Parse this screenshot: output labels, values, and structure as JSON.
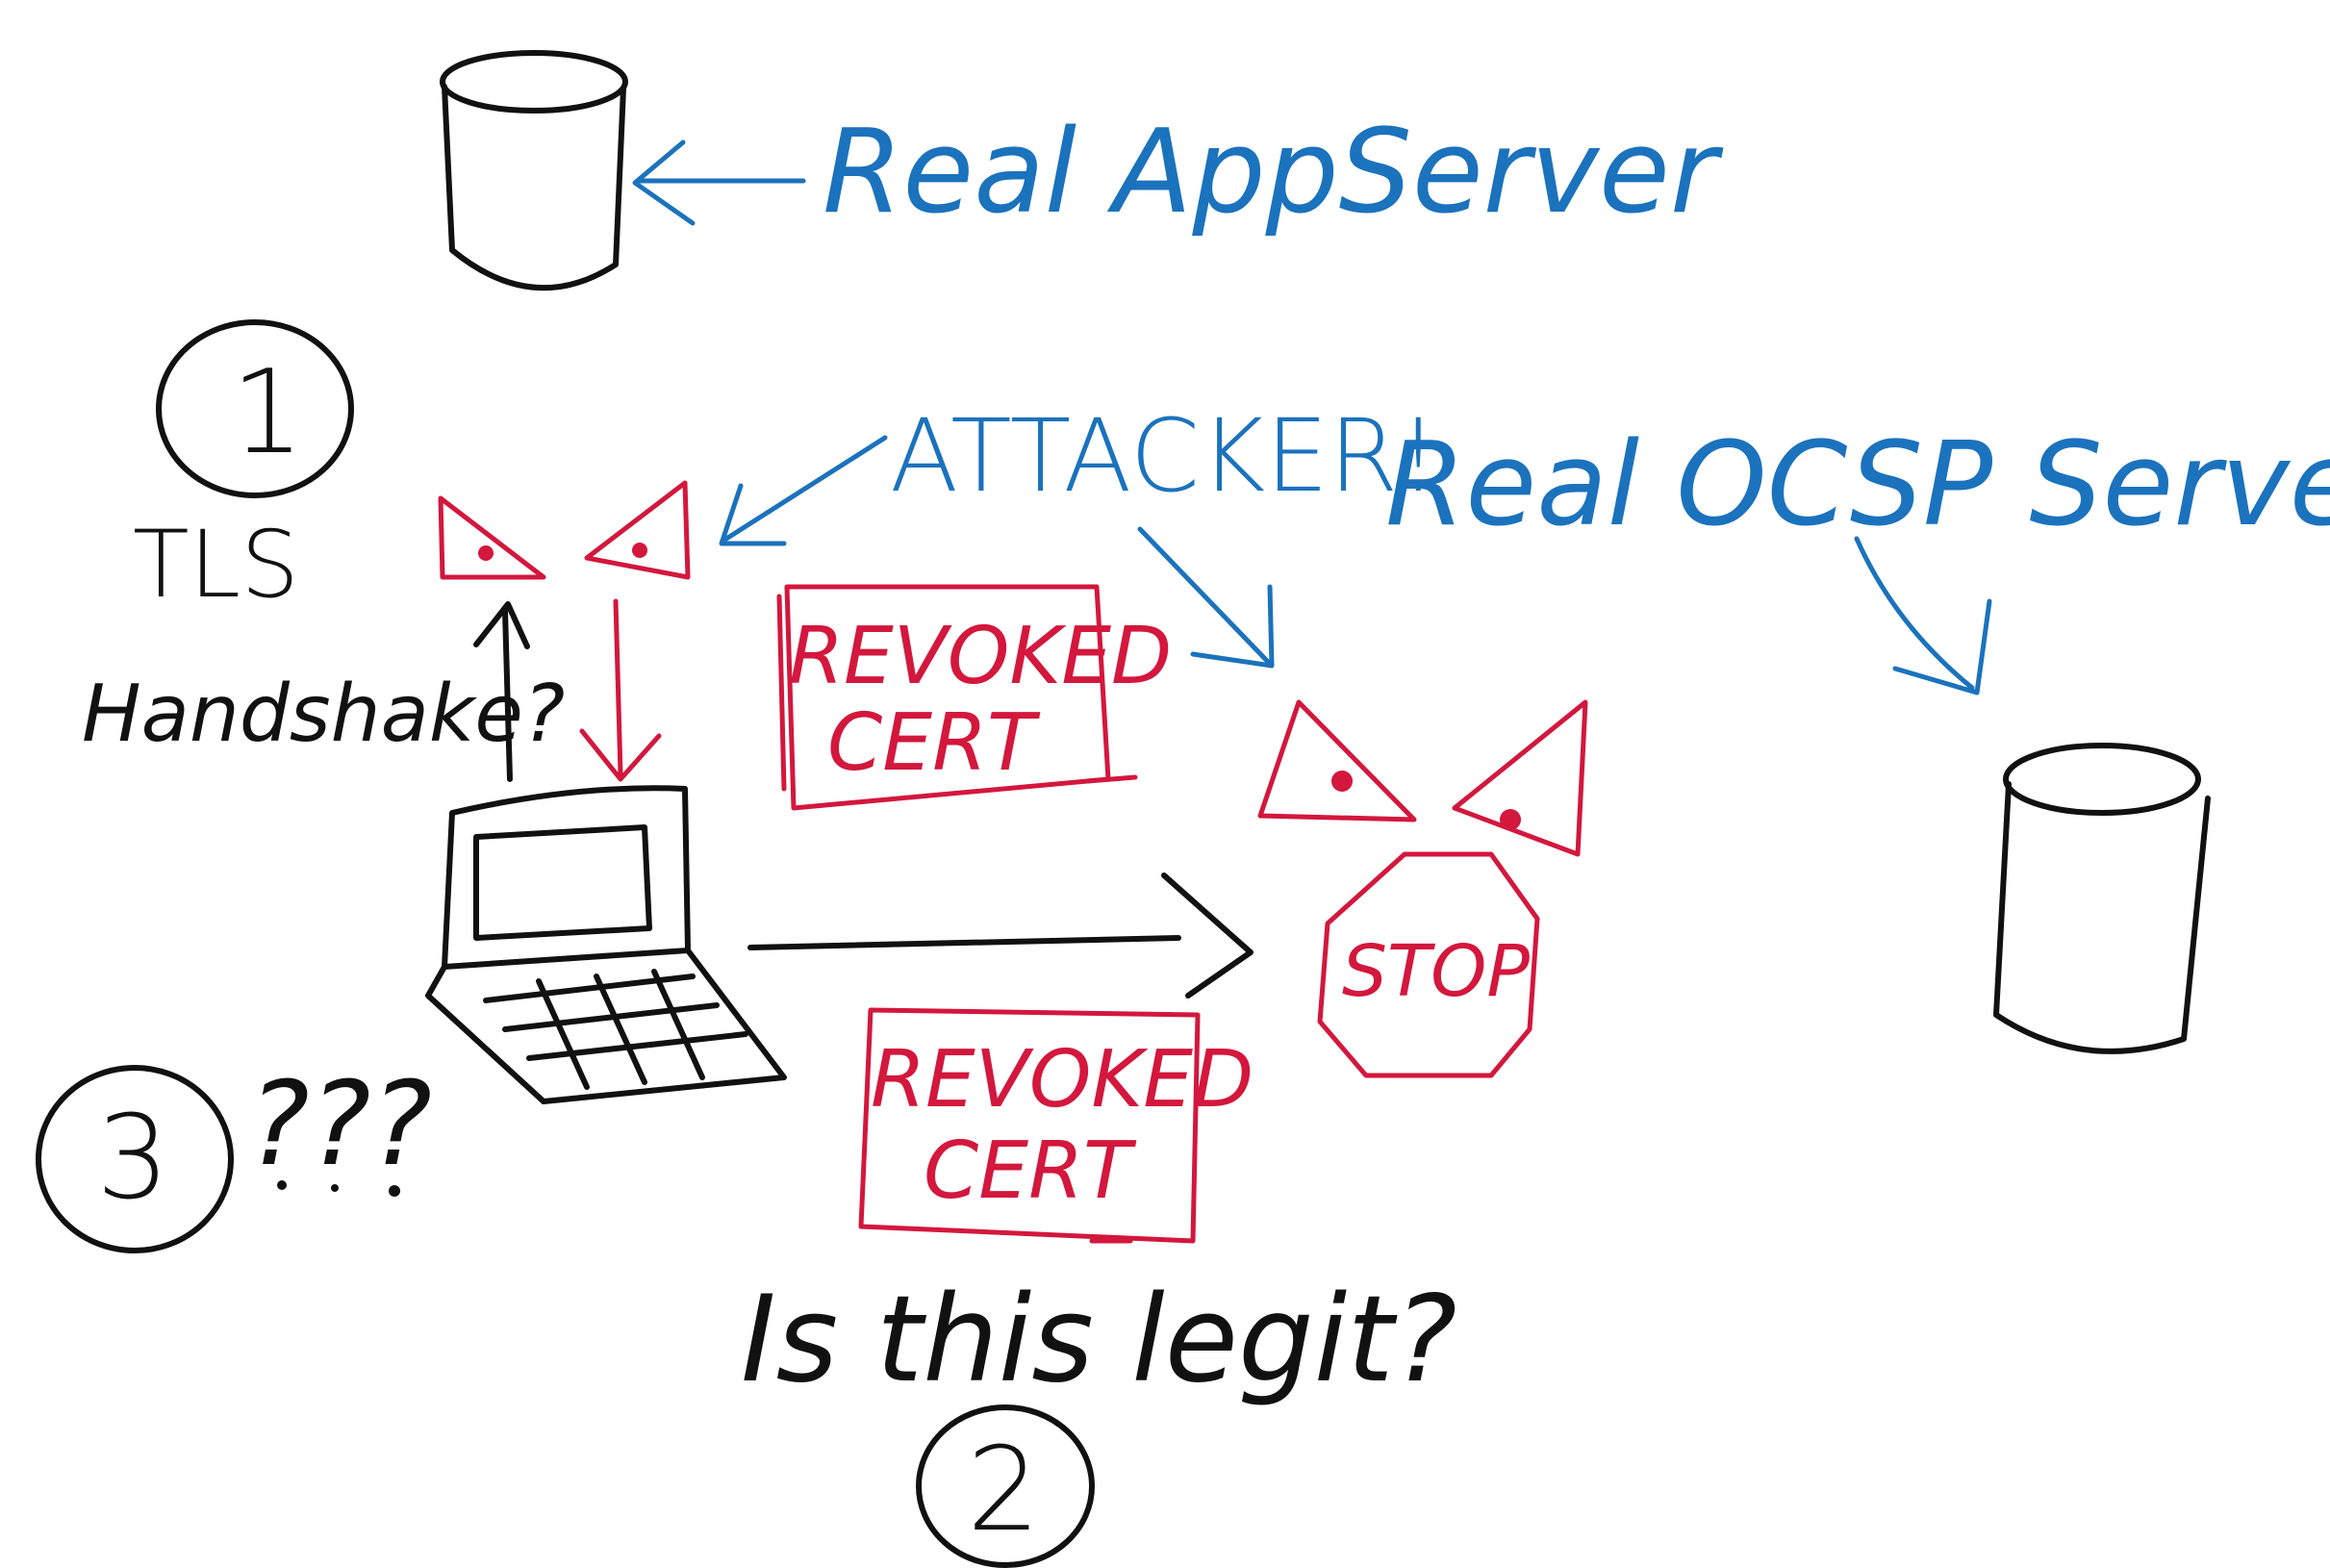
{
  "colors": {
    "black_ink": "#111111",
    "red_ink": "#d3173d",
    "blue_ink": "#1b72bd",
    "background": "#ffffff"
  },
  "labels": {
    "app_server": "Real AppServer",
    "ocsp_server": "Real OCSP Server",
    "attacker": "ATTACKER!",
    "step1_number": "1",
    "step1_line1": "TLS",
    "step1_line2": "Handshake?",
    "step2_number": "2",
    "step2_question": "Is this legit?",
    "step3_number": "3",
    "step3_text": "???",
    "stop_sign": "STOP",
    "revoked_cert_top_line1": "REVOKED",
    "revoked_cert_top_line2": "CERT",
    "revoked_cert_bottom_line1": "REVOKED",
    "revoked_cert_bottom_line2": "CERT"
  },
  "icons": [
    "database-icon",
    "laptop-icon",
    "eyes-icon",
    "stop-sign-icon",
    "arrow-icon"
  ]
}
